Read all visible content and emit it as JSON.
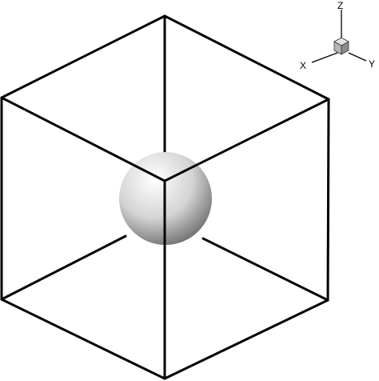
{
  "viewer": {
    "background": "#ffffff",
    "edge_color": "#000000",
    "sphere_highlight": "#ffffff",
    "sphere_shadow": "#6e6e6e"
  },
  "axis_triad": {
    "z_label": "Z",
    "x_label": "X",
    "y_label": "Y",
    "cube_top": "#e3e3e3",
    "cube_left": "#b5b5b5",
    "cube_right": "#8c8c8c"
  }
}
